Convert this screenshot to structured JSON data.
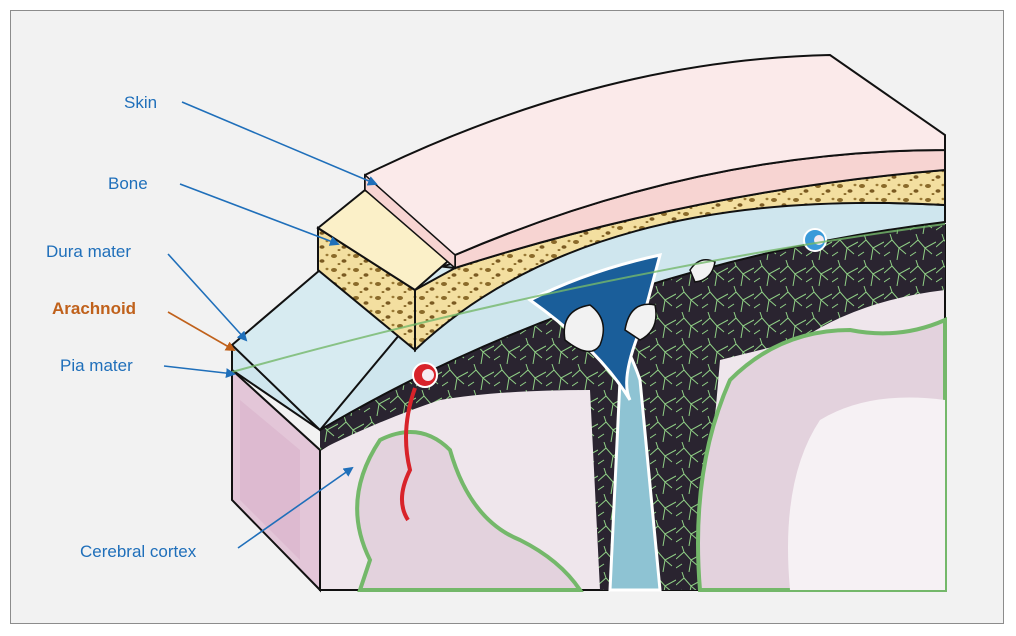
{
  "labels": {
    "skin": "Skin",
    "bone": "Bone",
    "dura": "Dura mater",
    "arachnoid": "Arachnoid",
    "pia": "Pia mater",
    "cortex": "Cerebral cortex"
  },
  "colors": {
    "label_blue": "#1f6fba",
    "arachnoid_orange": "#c0611b",
    "skin": "#fbeaea",
    "bone": "#f3dfa0",
    "dura": "#cfe6ee",
    "csf_space": "#2c2530",
    "sinus_blue": "#1a5e9a",
    "falx": "#8ec3d3",
    "cortex": "#e9d9e3",
    "pia_green": "#74b86a",
    "artery_red": "#d8232a",
    "vein_blue": "#3a9ad9"
  }
}
